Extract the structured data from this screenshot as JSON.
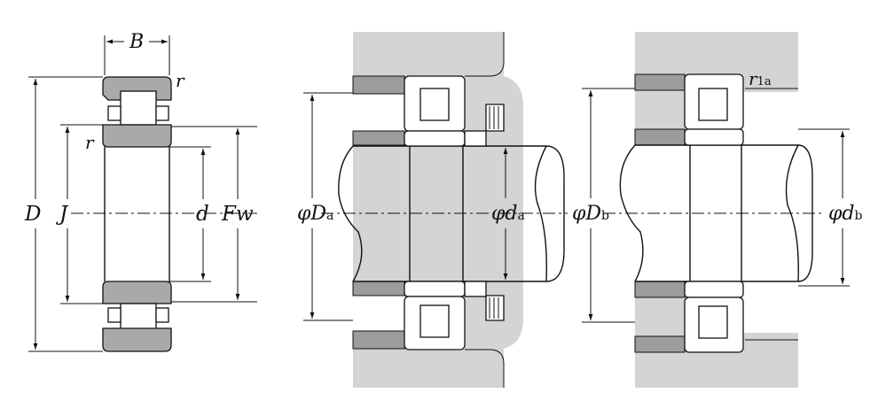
{
  "figure": {
    "left_view": {
      "labels": {
        "B": "B",
        "r_top": "r",
        "r_inner": "r",
        "D": "D",
        "J": "J",
        "d": "d",
        "Fw": "Fw"
      }
    },
    "middle_view": {
      "labels": {
        "Da_main": "φD",
        "Da_sub": "a",
        "da_main": "φd",
        "da_sub": "a"
      }
    },
    "right_view": {
      "labels": {
        "r1a_main": "r",
        "r1a_sub": "1a",
        "Db_main": "φD",
        "Db_sub": "b",
        "db_main": "φd",
        "db_sub": "b"
      }
    },
    "colors": {
      "housing": "#d4d4d4",
      "ring": "#a9a9a9",
      "line": "#111111"
    }
  }
}
